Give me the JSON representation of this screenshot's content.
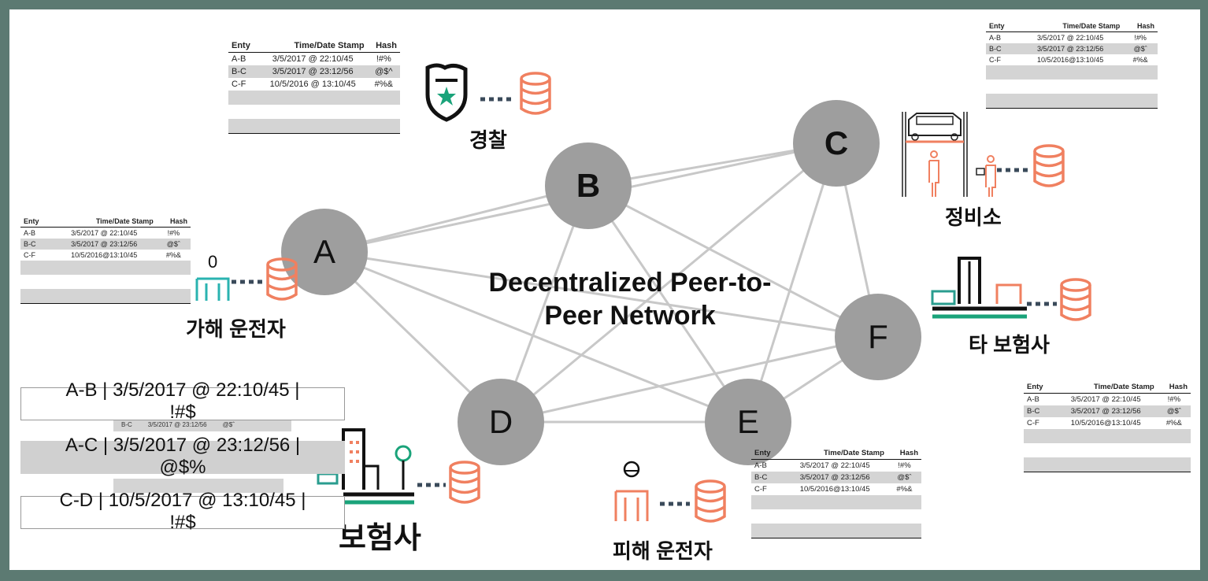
{
  "diagram": {
    "title": "Decentralized Peer-to-Peer Network",
    "title_line1": "Decentralized Peer-to-",
    "title_line2": "Peer Network",
    "nodes": [
      "A",
      "B",
      "C",
      "D",
      "E",
      "F"
    ],
    "edges": [
      [
        "A",
        "B"
      ],
      [
        "A",
        "C"
      ],
      [
        "A",
        "D"
      ],
      [
        "A",
        "E"
      ],
      [
        "A",
        "F"
      ],
      [
        "B",
        "C"
      ],
      [
        "B",
        "D"
      ],
      [
        "B",
        "E"
      ],
      [
        "B",
        "F"
      ],
      [
        "C",
        "D"
      ],
      [
        "C",
        "E"
      ],
      [
        "C",
        "F"
      ],
      [
        "D",
        "E"
      ],
      [
        "D",
        "F"
      ],
      [
        "E",
        "F"
      ]
    ],
    "colors": {
      "node": "#9e9e9e",
      "edge": "#c8c8c8",
      "database": "#f08060",
      "accent_teal": "#2a9d8f",
      "accent_green": "#1aa37a"
    }
  },
  "participants": {
    "police": {
      "label": "경찰",
      "icon": "police-badge-icon"
    },
    "repair_shop": {
      "label": "정비소",
      "icon": "mechanic-icon"
    },
    "other_insurer": {
      "label": "타 보험사",
      "icon": "building-icon"
    },
    "offending_driver": {
      "label": "가해 운전자",
      "icon": "person-icon"
    },
    "insurer": {
      "label": "보험사",
      "icon": "building-icon"
    },
    "victim_driver": {
      "label": "피해 운전자",
      "icon": "person-icon"
    }
  },
  "ledger": {
    "headers": [
      "Enty",
      "Time/Date Stamp",
      "Hash"
    ],
    "rows": [
      [
        "A-B",
        "3/5/2017 @ 22:10/45",
        "!#%"
      ],
      [
        "B-C",
        "3/5/2017 @ 23:12/56",
        "@$^"
      ],
      [
        "C-F",
        "10/5/2016 @ 13:10/45",
        "#%&"
      ]
    ]
  },
  "ledger_alt": {
    "headers": [
      "Enty",
      "Time/Date Stamp",
      "Hash"
    ],
    "rows": [
      [
        "A-B",
        "3/5/2017 @ 22:10/45",
        "!#%"
      ],
      [
        "B-C",
        "3/5/2017 @ 23:12/56",
        "@$ˆ"
      ],
      [
        "C-F",
        "10/5/2016@13:10/45",
        "#%&"
      ]
    ]
  },
  "insurer_log": {
    "entries": [
      [
        "A-B | 3/5/2017  @ 22:10/45 |",
        "!#$"
      ],
      [
        "A-C | 3/5/2017  @ 23:12/56 |",
        "@$%"
      ],
      [
        "C-D | 10/5/2017  @ 13:10/45 |",
        "!#$"
      ]
    ],
    "peek_row": [
      "B-C",
      "3/5/2017 @ 23:12/56",
      "@$ˆ"
    ]
  }
}
